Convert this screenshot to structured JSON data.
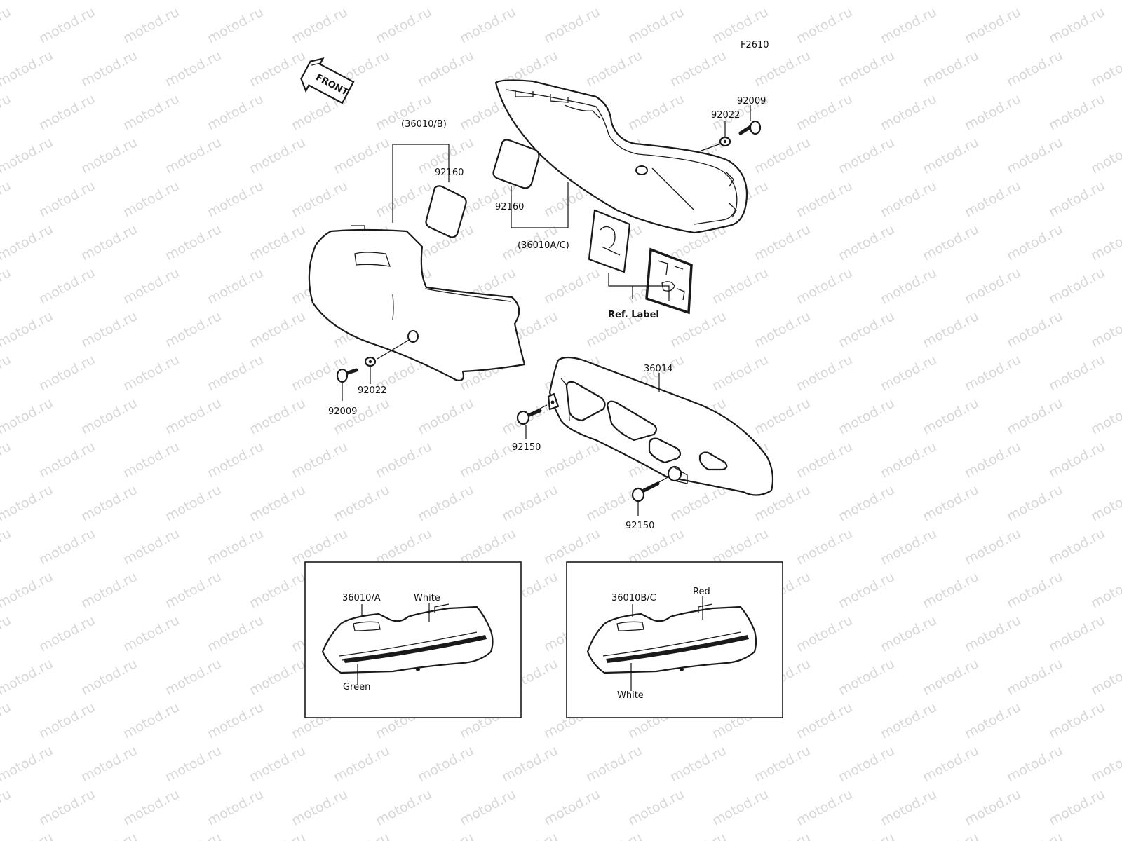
{
  "figure_code": "F2610",
  "front_arrow": "FRONT",
  "watermark": "motod.ru",
  "parts": {
    "left_cover_group": "(36010/B)",
    "emblem_left": "92160",
    "emblem_right": "92160",
    "right_cover_group": "(36010A/C)",
    "collar_top": "92022",
    "bolt_top": "92009",
    "ref_label": "Ref. Label",
    "chain_cover": "36014",
    "collar_left": "92022",
    "bolt_left": "92009",
    "bolt_chain_1": "92150",
    "bolt_chain_2": "92150"
  },
  "inset_left": {
    "part": "36010/A",
    "color_upper": "White",
    "color_lower": "Green"
  },
  "inset_right": {
    "part": "36010B/C",
    "color_upper": "Red",
    "color_lower": "White"
  }
}
